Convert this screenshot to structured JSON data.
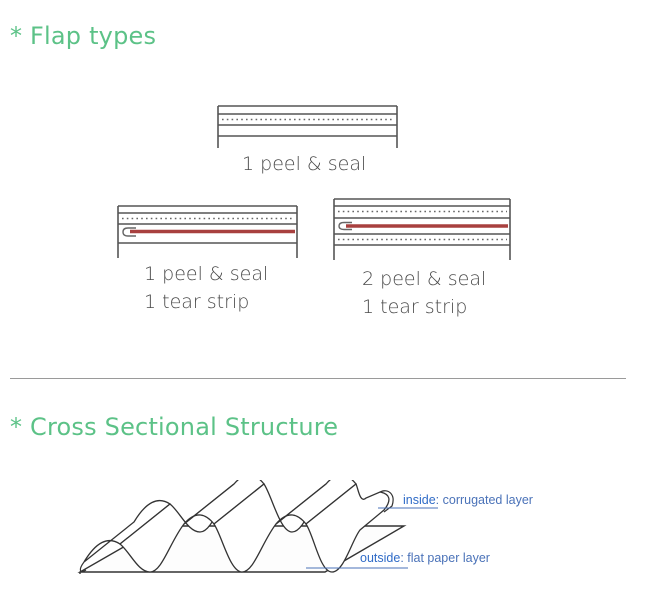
{
  "sections": {
    "flap_types_title": "* Flap types",
    "cross_section_title": "* Cross Sectional Structure"
  },
  "flaps": [
    {
      "line1": "1 peel & seal",
      "line2": ""
    },
    {
      "line1": "1 peel & seal",
      "line2": "1 tear strip"
    },
    {
      "line1": "2 peel & seal",
      "line2": "1 tear strip"
    }
  ],
  "cross_section": {
    "inside_key": "inside",
    "inside_desc": ": corrugated layer",
    "outside_key": "outside",
    "outside_desc": ": flat paper layer"
  },
  "colors": {
    "title_green": "#5cc287",
    "tear_strip_red": "#a8403f",
    "annotation_blue": "#4a72b8"
  }
}
